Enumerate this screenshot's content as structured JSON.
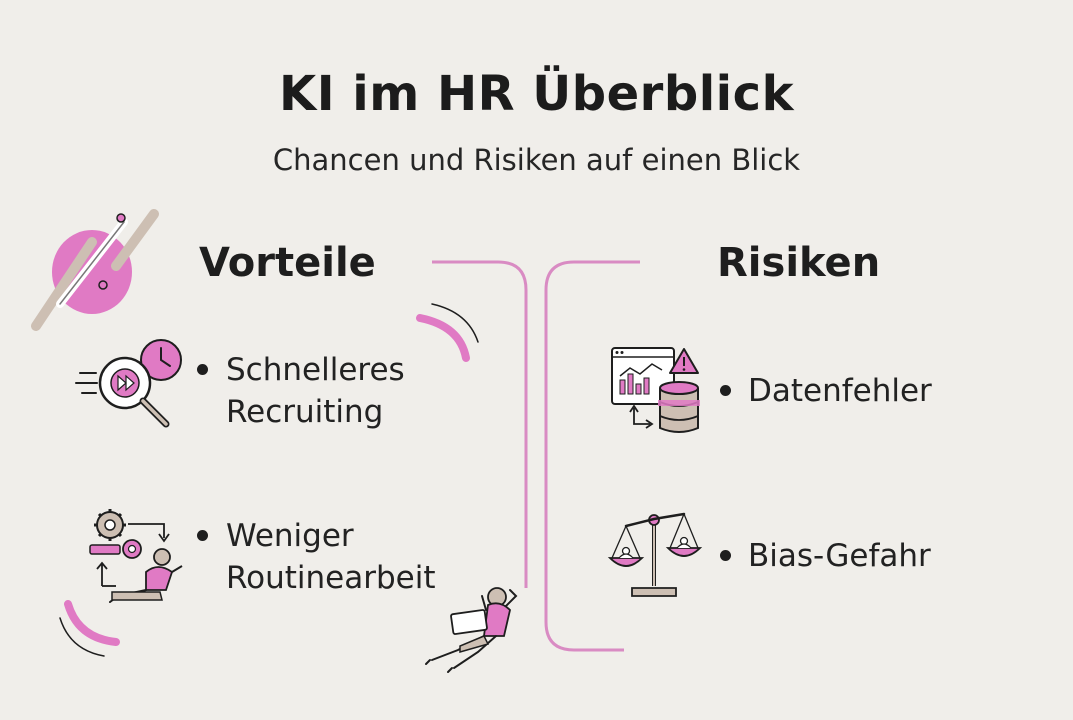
{
  "title": "KI im HR Überblick",
  "subtitle": "Chancen und Risiken auf einen Blick",
  "colors": {
    "accent": "#e07ac4",
    "line": "#d98bc3",
    "beige": "#cdbfb3",
    "ink": "#1e1e1e",
    "background": "#f0eeea"
  },
  "left": {
    "heading": "Vorteile",
    "items": [
      {
        "line1": "Schnelleres",
        "line2": "Recruiting",
        "icon": "fast-search-clock-icon"
      },
      {
        "line1": "Weniger",
        "line2": "Routinearbeit",
        "icon": "automation-relax-icon"
      }
    ]
  },
  "right": {
    "heading": "Risiken",
    "items": [
      {
        "label": "Datenfehler",
        "icon": "data-error-icon"
      },
      {
        "label": "Bias-Gefahr",
        "icon": "scale-icon"
      }
    ]
  }
}
